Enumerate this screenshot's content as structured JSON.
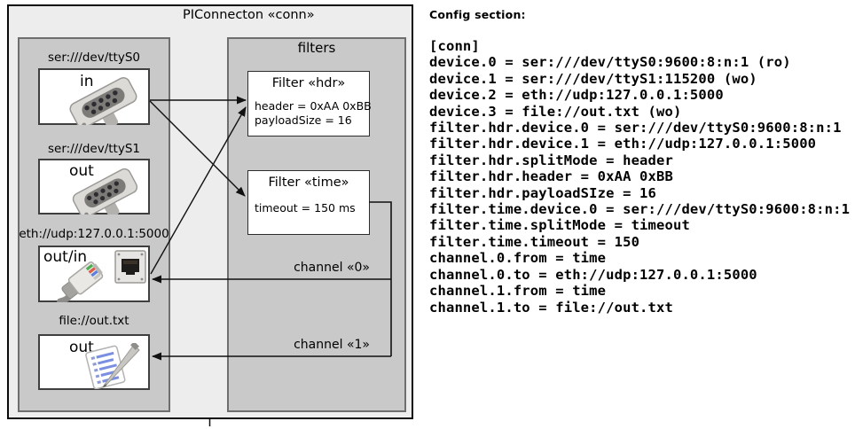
{
  "diagram": {
    "title": "PIConnecton «conn»",
    "devices_panel": {
      "devices": [
        {
          "uri": "ser:///dev/ttyS0",
          "direction": "in",
          "icon": "serial-db9-connector-icon"
        },
        {
          "uri": "ser:///dev/ttyS1",
          "direction": "out",
          "icon": "serial-db9-connector-icon"
        },
        {
          "uri": "eth://udp:127.0.0.1:5000",
          "direction": "out/in",
          "icon": "ethernet-rj45-icon"
        },
        {
          "uri": "file://out.txt",
          "direction": "out",
          "icon": "notepad-pencil-icon"
        }
      ]
    },
    "filters_panel": {
      "title": "filters",
      "filters": [
        {
          "title": "Filter «hdr»",
          "attributes": [
            "header = 0xAA 0xBB",
            "payloadSize = 16"
          ]
        },
        {
          "title": "Filter «time»",
          "attributes": [
            "timeout = 150 ms"
          ]
        }
      ],
      "channels": [
        {
          "label": "channel «0»"
        },
        {
          "label": "channel «1»"
        }
      ]
    }
  },
  "config": {
    "heading": "Config section:",
    "lines": [
      "[conn]",
      "device.0 = ser:///dev/ttyS0:9600:8:n:1 (ro)",
      "device.1 = ser:///dev/ttyS1:115200 (wo)",
      "device.2 = eth://udp:127.0.0.1:5000",
      "device.3 = file://out.txt (wo)",
      "filter.hdr.device.0 = ser:///dev/ttyS0:9600:8:n:1",
      "filter.hdr.device.1 = eth://udp:127.0.0.1:5000",
      "filter.hdr.splitMode = header",
      "filter.hdr.header = 0xAA 0xBB",
      "filter.hdr.payloadSIze = 16",
      "filter.time.device.0 = ser:///dev/ttyS0:9600:8:n:1",
      "filter.time.splitMode = timeout",
      "filter.time.timeout = 150",
      "channel.0.from = time",
      "channel.0.to = eth://udp:127.0.0.1:5000",
      "channel.1.from = time",
      "channel.1.to = file://out.txt"
    ]
  },
  "colors": {
    "outer_background": "#ededed",
    "panel_background": "#c9c9c9",
    "panel_border": "#6e6e6e",
    "box_background": "#ffffff",
    "line_color": "#111111"
  }
}
